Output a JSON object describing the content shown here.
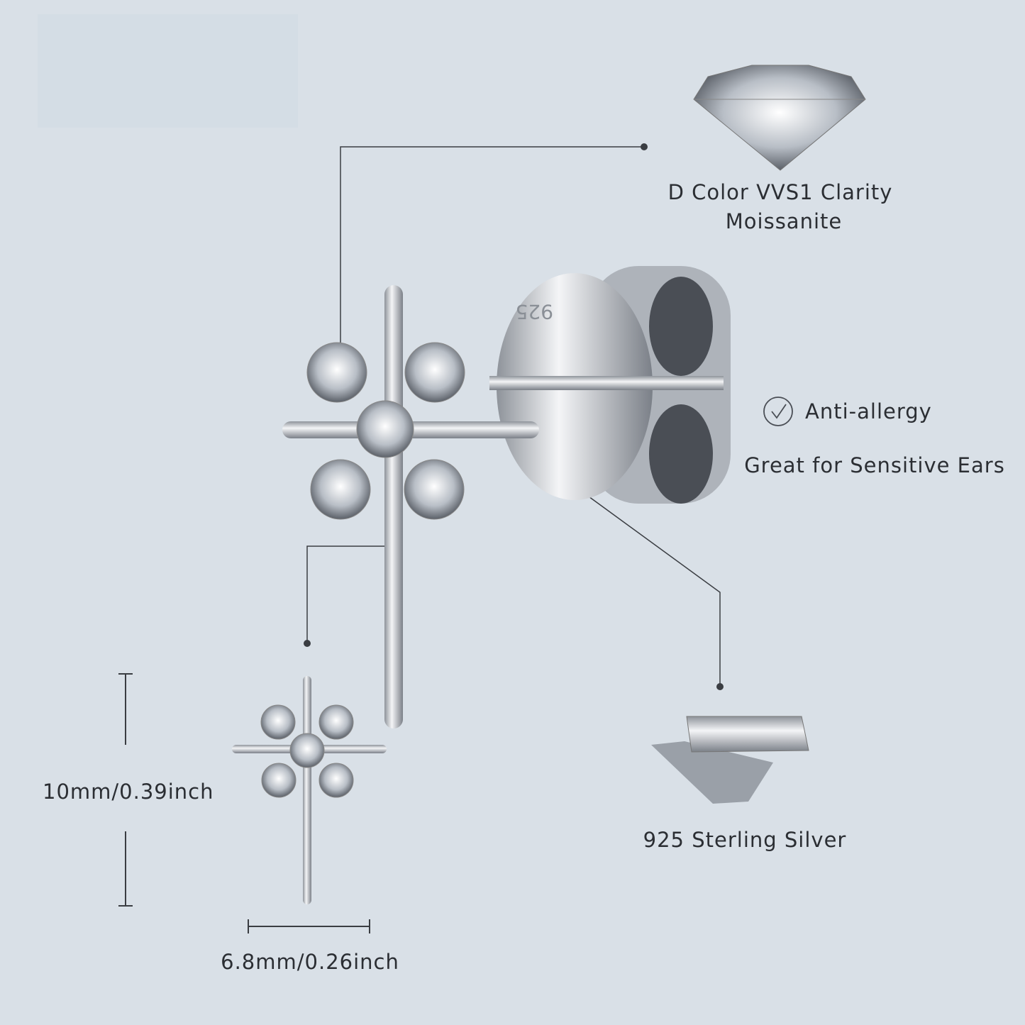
{
  "features": {
    "stone_line1": "D Color VVS1 Clarity",
    "stone_line2": "Moissanite",
    "anti_allergy": "Anti-allergy",
    "sensitive": "Great for Sensitive Ears",
    "material": "925 Sterling Silver"
  },
  "dimensions": {
    "height": "10mm/0.39inch",
    "width": "6.8mm/0.26inch"
  },
  "stamp": "925",
  "colors": {
    "background": "#d9e0e7",
    "line": "#3a3d42",
    "silver": "#c9ccd1"
  }
}
